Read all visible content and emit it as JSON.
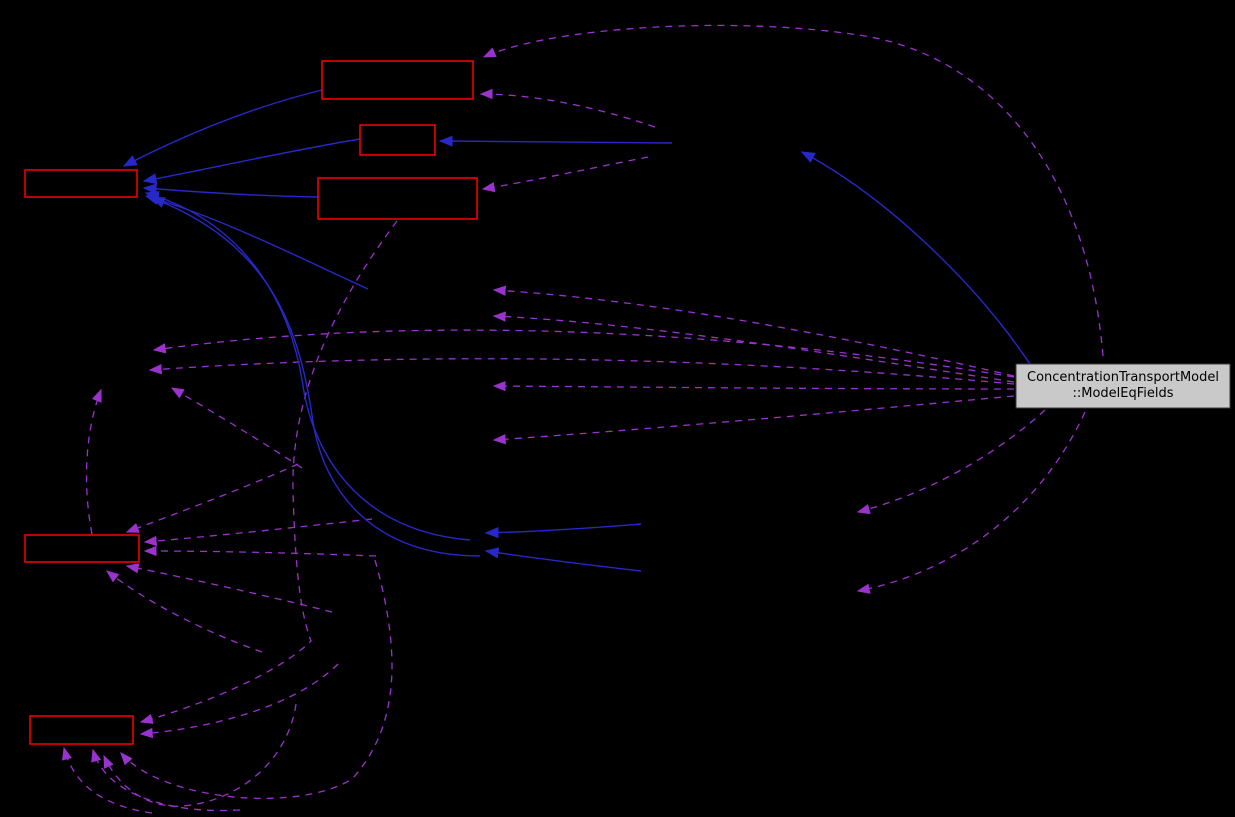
{
  "diagram": {
    "type": "doxygen-collaboration-graph",
    "background_color": "#000000",
    "focus_node": {
      "label_line1": "ConcentrationTransportModel",
      "label_line2": "::ModelEqFields",
      "fill": "#C9C9C9",
      "text_color": "#000000"
    },
    "colors": {
      "red_node_border": "#FF0000",
      "usage_edge_color": "#9A32CD",
      "inheritance_edge_color": "#2828C8"
    },
    "edge_styles": {
      "usage": "dashed",
      "inheritance": "solid"
    },
    "red_node_count": 6
  }
}
